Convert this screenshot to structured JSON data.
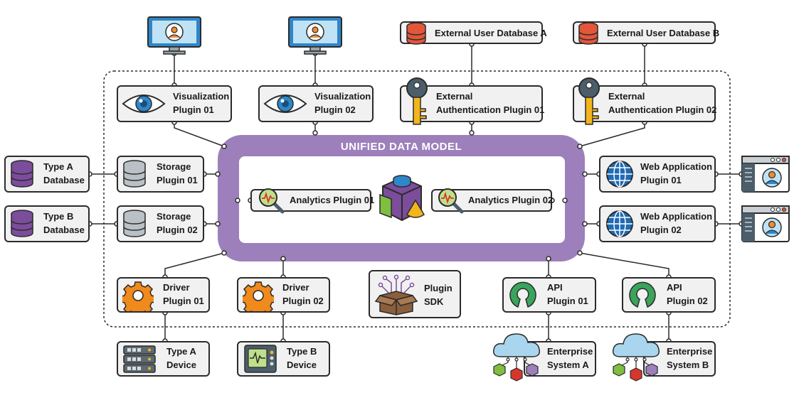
{
  "model": {
    "title": "UNIFIED DATA MODEL"
  },
  "nodes": {
    "viz1": {
      "line1": "Visualization",
      "line2": "Plugin 01"
    },
    "viz2": {
      "line1": "Visualization",
      "line2": "Plugin 02"
    },
    "auth1": {
      "line1": "External",
      "line2": "Authentication Plugin 01"
    },
    "auth2": {
      "line1": "External",
      "line2": "Authentication Plugin 02"
    },
    "extdbA": {
      "line1": "External User Database A"
    },
    "extdbB": {
      "line1": "External User Database B"
    },
    "dbA": {
      "line1": "Type A",
      "line2": "Database"
    },
    "dbB": {
      "line1": "Type B",
      "line2": "Database"
    },
    "stor1": {
      "line1": "Storage",
      "line2": "Plugin 01"
    },
    "stor2": {
      "line1": "Storage",
      "line2": "Plugin 02"
    },
    "ana1": {
      "line1": "Analytics Plugin 01"
    },
    "ana2": {
      "line1": "Analytics Plugin 02"
    },
    "web1": {
      "line1": "Web Application",
      "line2": "Plugin 01"
    },
    "web2": {
      "line1": "Web Application",
      "line2": "Plugin 02"
    },
    "drv1": {
      "line1": "Driver",
      "line2": "Plugin 01"
    },
    "drv2": {
      "line1": "Driver",
      "line2": "Plugin 02"
    },
    "sdk": {
      "line1": "Plugin",
      "line2": "SDK"
    },
    "api1": {
      "line1": "API",
      "line2": "Plugin 01"
    },
    "api2": {
      "line1": "API",
      "line2": "Plugin 02"
    },
    "devA": {
      "line1": "Type A",
      "line2": "Device"
    },
    "devB": {
      "line1": "Type B",
      "line2": "Device"
    },
    "entA": {
      "line1": "Enterprise",
      "line2": "System A"
    },
    "entB": {
      "line1": "Enterprise",
      "line2": "System B"
    }
  },
  "colors": {
    "model": "#9d7fbb",
    "eye": "#2f86c9",
    "key": "#4c5e6b",
    "db_purple": "#7b4d9b",
    "db_gray": "#b9c1c6",
    "db_red": "#e2563a",
    "gear": "#f08a1c",
    "globe": "#1f6bb5",
    "api": "#3aa45a",
    "cloud": "#a9d6ee",
    "avatar": "#f28b30"
  },
  "icons": {
    "viz": "monitor-user-icon",
    "eye": "eye-icon",
    "key": "key-icon",
    "database": "database-icon",
    "analytics": "magnifier-chart-icon",
    "web": "globe-icon",
    "browser": "browser-user-icon",
    "gear": "gear-icon",
    "sdk": "box-circuit-icon",
    "api": "open-source-icon",
    "server": "server-rack-icon",
    "device": "device-monitor-icon",
    "cloud": "cloud-network-icon",
    "cube": "data-cube-icon"
  }
}
